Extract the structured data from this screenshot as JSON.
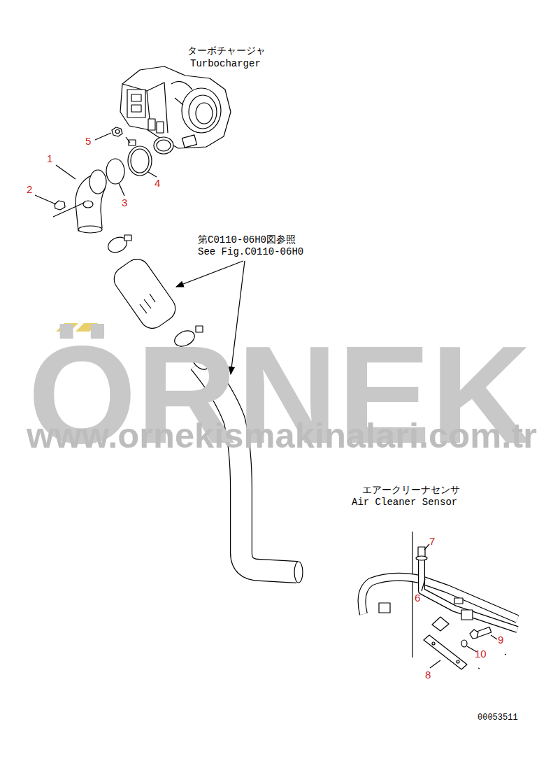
{
  "diagram": {
    "labels": [
      "ターボチャージャ",
      "Turbocharger",
      "5",
      "1",
      "2",
      "3",
      "4",
      "第C0110-06H0図参照",
      "See Fig.C0110-06H0",
      "ÖRNEK",
      "www.ornekismakinalari.com.tr",
      "エアークリーナセンサ",
      "Air Cleaner Sensor",
      "7",
      "6",
      "9",
      "10",
      "8",
      "00053511"
    ]
  }
}
